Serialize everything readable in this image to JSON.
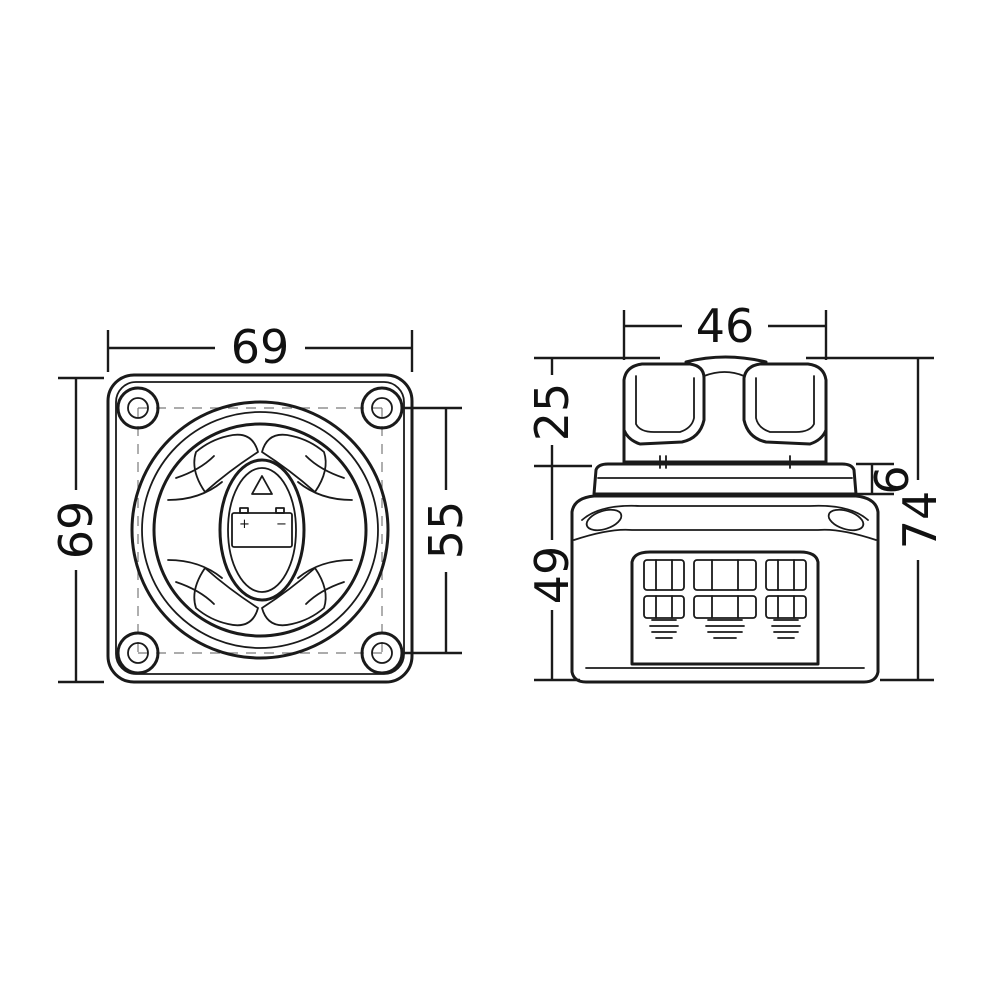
{
  "front_view": {
    "width_label": "69",
    "height_label": "69",
    "hole_spacing_label": "55",
    "battery_icon_plus": "+",
    "battery_icon_minus": "−"
  },
  "side_view": {
    "width_label": "46",
    "knob_height_label": "25",
    "flange_label": "6",
    "body_height_label": "49",
    "total_height_label": "74"
  },
  "colors": {
    "line": "#1a1a1a",
    "background": "#ffffff"
  }
}
